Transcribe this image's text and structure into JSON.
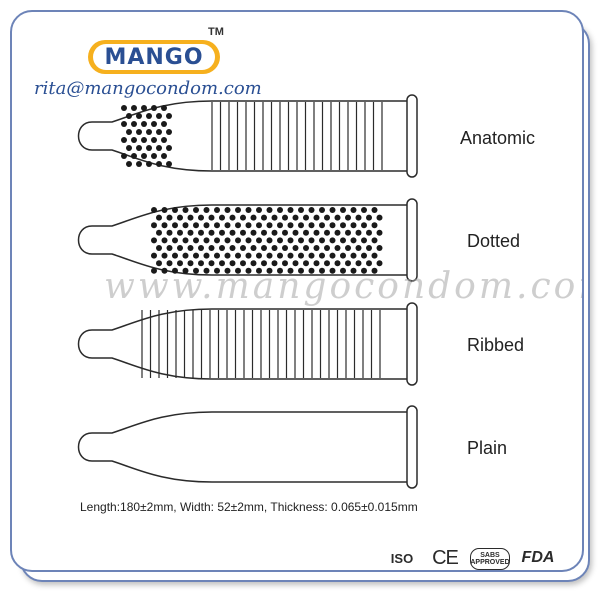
{
  "brand": {
    "name": "MANGO",
    "trademark": "TM"
  },
  "contact": {
    "email": "rita@mangocondom.com"
  },
  "watermark": "www.mangocondom.com",
  "products": [
    {
      "label": "Anatomic",
      "texture": "anatomic"
    },
    {
      "label": "Dotted",
      "texture": "dotted"
    },
    {
      "label": "Ribbed",
      "texture": "ribbed"
    },
    {
      "label": "Plain",
      "texture": "plain"
    }
  ],
  "specs": "Length:180±2mm, Width: 52±2mm, Thickness: 0.065±0.015mm",
  "certifications": {
    "iso": "ISO",
    "ce": "CE",
    "sabs_top": "SABS",
    "sabs_bottom": "APPROVED",
    "fda": "FDA"
  }
}
